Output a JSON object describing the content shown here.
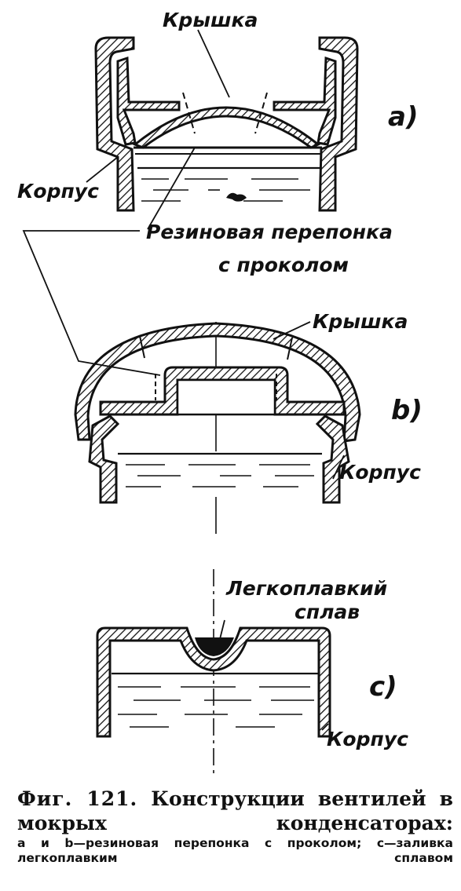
{
  "labels": {
    "lid_top": "Крышка",
    "body_a": "Корпус",
    "membrane_line1": "Резиновая перепонка",
    "membrane_line2": "с проколом",
    "lid_b": "Крышка",
    "body_b": "Корпус",
    "alloy_line1": "Легкоплавкий",
    "alloy_line2": "сплав",
    "body_c": "Корпус"
  },
  "tags": {
    "a": "a)",
    "b": "b)",
    "c": "c)"
  },
  "caption": {
    "prefix": "Фиг. 121.",
    "title": "Конструкции вентилей в мокрых конденсаторах:",
    "body": "а и b—резиновая перепонка с проколом; с—заливка легкоплавким сплавом"
  }
}
